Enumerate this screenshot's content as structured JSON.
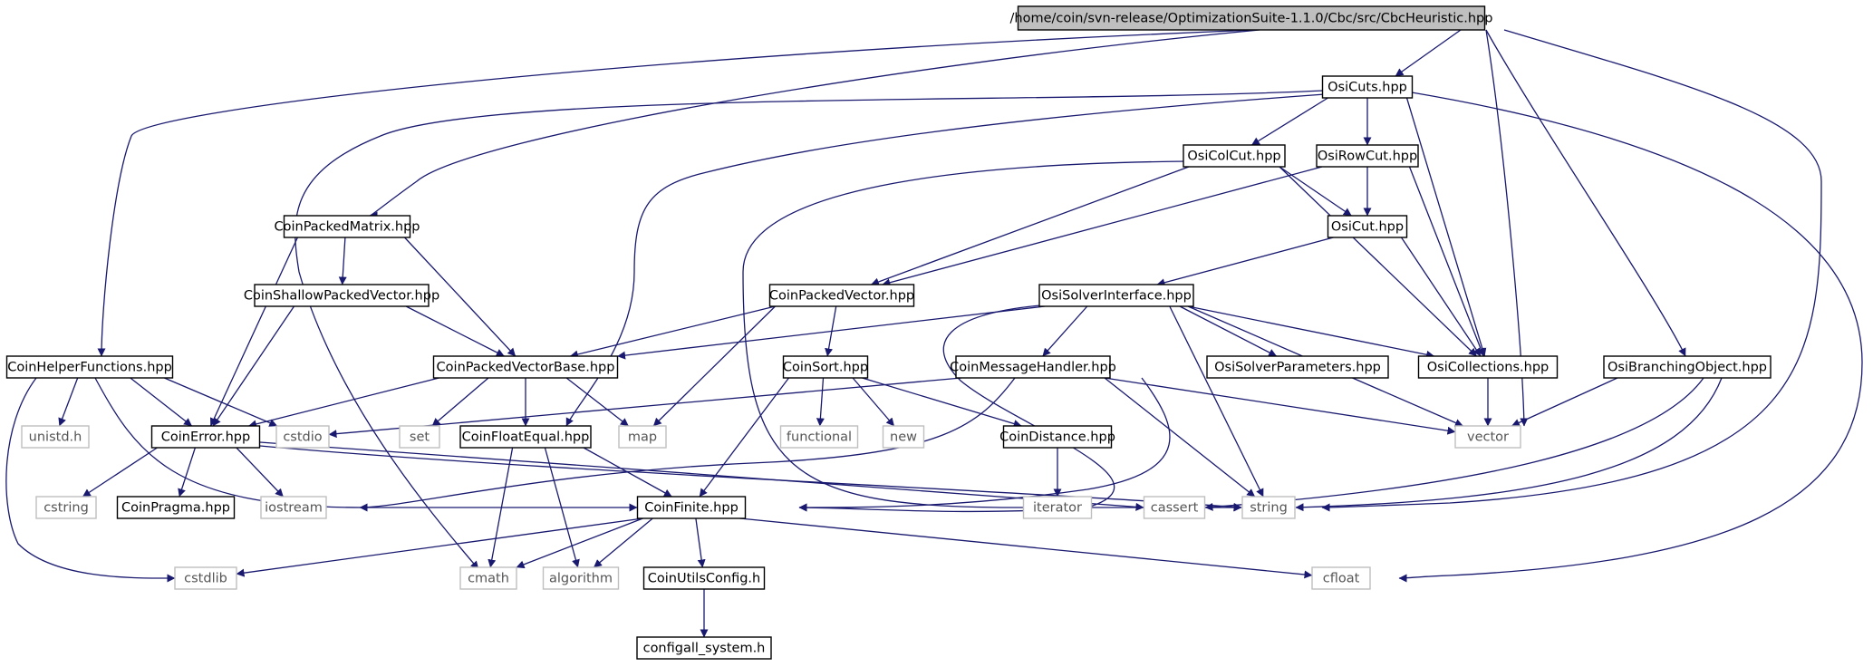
{
  "diagram": {
    "nodes": [
      {
        "id": "root",
        "label": "/home/coin/svn-release/OptimizationSuite-1.1.0/Cbc/src/CbcHeuristic.hpp",
        "kind": "root"
      },
      {
        "id": "osicuts",
        "label": "OsiCuts.hpp",
        "kind": "file"
      },
      {
        "id": "osicolcut",
        "label": "OsiColCut.hpp",
        "kind": "file"
      },
      {
        "id": "osirowcut",
        "label": "OsiRowCut.hpp",
        "kind": "file"
      },
      {
        "id": "coinpackedmatrix",
        "label": "CoinPackedMatrix.hpp",
        "kind": "file"
      },
      {
        "id": "osicut",
        "label": "OsiCut.hpp",
        "kind": "file"
      },
      {
        "id": "coinshallow",
        "label": "CoinShallowPackedVector.hpp",
        "kind": "file"
      },
      {
        "id": "coinpackedvector",
        "label": "CoinPackedVector.hpp",
        "kind": "file"
      },
      {
        "id": "osisolverinterface",
        "label": "OsiSolverInterface.hpp",
        "kind": "file"
      },
      {
        "id": "coinhelper",
        "label": "CoinHelperFunctions.hpp",
        "kind": "file"
      },
      {
        "id": "coinpackedvectorbase",
        "label": "CoinPackedVectorBase.hpp",
        "kind": "file"
      },
      {
        "id": "coinsort",
        "label": "CoinSort.hpp",
        "kind": "file"
      },
      {
        "id": "coinmessagehandler",
        "label": "CoinMessageHandler.hpp",
        "kind": "file"
      },
      {
        "id": "osisolverparams",
        "label": "OsiSolverParameters.hpp",
        "kind": "file"
      },
      {
        "id": "osicollections",
        "label": "OsiCollections.hpp",
        "kind": "file"
      },
      {
        "id": "osibranching",
        "label": "OsiBranchingObject.hpp",
        "kind": "file"
      },
      {
        "id": "unistd",
        "label": "unistd.h",
        "kind": "system"
      },
      {
        "id": "coinerror",
        "label": "CoinError.hpp",
        "kind": "file"
      },
      {
        "id": "cstdio",
        "label": "cstdio",
        "kind": "system"
      },
      {
        "id": "set",
        "label": "set",
        "kind": "system"
      },
      {
        "id": "coinfloatequal",
        "label": "CoinFloatEqual.hpp",
        "kind": "file"
      },
      {
        "id": "map",
        "label": "map",
        "kind": "system"
      },
      {
        "id": "functional",
        "label": "functional",
        "kind": "system"
      },
      {
        "id": "new",
        "label": "new",
        "kind": "system"
      },
      {
        "id": "coindistance",
        "label": "CoinDistance.hpp",
        "kind": "file"
      },
      {
        "id": "vector",
        "label": "vector",
        "kind": "system"
      },
      {
        "id": "cstring",
        "label": "cstring",
        "kind": "system"
      },
      {
        "id": "coinpragma",
        "label": "CoinPragma.hpp",
        "kind": "file"
      },
      {
        "id": "iostream",
        "label": "iostream",
        "kind": "system"
      },
      {
        "id": "coinfinite",
        "label": "CoinFinite.hpp",
        "kind": "file"
      },
      {
        "id": "iterator",
        "label": "iterator",
        "kind": "system"
      },
      {
        "id": "cassert",
        "label": "cassert",
        "kind": "system"
      },
      {
        "id": "string",
        "label": "string",
        "kind": "system"
      },
      {
        "id": "cstdlib",
        "label": "cstdlib",
        "kind": "system"
      },
      {
        "id": "cmath",
        "label": "cmath",
        "kind": "system"
      },
      {
        "id": "algorithm",
        "label": "algorithm",
        "kind": "system"
      },
      {
        "id": "coinutilsconfig",
        "label": "CoinUtilsConfig.h",
        "kind": "file"
      },
      {
        "id": "cfloat",
        "label": "cfloat",
        "kind": "system"
      },
      {
        "id": "configall",
        "label": "configall_system.h",
        "kind": "file"
      }
    ],
    "edges": [
      [
        "root",
        "osicuts"
      ],
      [
        "root",
        "coinpackedmatrix"
      ],
      [
        "root",
        "coinhelper"
      ],
      [
        "root",
        "osibranching"
      ],
      [
        "root",
        "vector"
      ],
      [
        "root",
        "string"
      ],
      [
        "osicuts",
        "osicolcut"
      ],
      [
        "osicuts",
        "osirowcut"
      ],
      [
        "osicuts",
        "osicollections"
      ],
      [
        "osicuts",
        "coinfloatequal"
      ],
      [
        "osicuts",
        "cmath"
      ],
      [
        "osicuts",
        "cfloat"
      ],
      [
        "osicolcut",
        "osicut"
      ],
      [
        "osicolcut",
        "coinpackedvector"
      ],
      [
        "osicolcut",
        "osicollections"
      ],
      [
        "osicolcut",
        "string"
      ],
      [
        "osirowcut",
        "osicut"
      ],
      [
        "osirowcut",
        "coinpackedvector"
      ],
      [
        "osirowcut",
        "osicollections"
      ],
      [
        "osicut",
        "osisolverinterface"
      ],
      [
        "osicut",
        "osicollections"
      ],
      [
        "coinpackedmatrix",
        "coinerror"
      ],
      [
        "coinpackedmatrix",
        "coinshallow"
      ],
      [
        "coinpackedmatrix",
        "coinpackedvectorbase"
      ],
      [
        "coinshallow",
        "coinpackedvectorbase"
      ],
      [
        "coinshallow",
        "coinerror"
      ],
      [
        "coinpackedvector",
        "coinpackedvectorbase"
      ],
      [
        "coinpackedvector",
        "coinsort"
      ],
      [
        "coinpackedvector",
        "map"
      ],
      [
        "osisolverinterface",
        "coinpackedvectorbase"
      ],
      [
        "osisolverinterface",
        "coinmessagehandler"
      ],
      [
        "osisolverinterface",
        "osisolverparams"
      ],
      [
        "osisolverinterface",
        "osicollections"
      ],
      [
        "osisolverinterface",
        "vector"
      ],
      [
        "osisolverinterface",
        "string"
      ],
      [
        "osisolverinterface",
        "coinfinite"
      ],
      [
        "coinhelper",
        "unistd"
      ],
      [
        "coinhelper",
        "coinerror"
      ],
      [
        "coinhelper",
        "cstdio"
      ],
      [
        "coinhelper",
        "cstdlib"
      ],
      [
        "coinhelper",
        "coinfinite"
      ],
      [
        "coinpackedvectorbase",
        "coinerror"
      ],
      [
        "coinpackedvectorbase",
        "set"
      ],
      [
        "coinpackedvectorbase",
        "map"
      ],
      [
        "coinpackedvectorbase",
        "coinfloatequal"
      ],
      [
        "coinsort",
        "functional"
      ],
      [
        "coinsort",
        "new"
      ],
      [
        "coinsort",
        "coindistance"
      ],
      [
        "coinsort",
        "coinfinite"
      ],
      [
        "coinmessagehandler",
        "cstdio"
      ],
      [
        "coinmessagehandler",
        "vector"
      ],
      [
        "coinmessagehandler",
        "string"
      ],
      [
        "coinmessagehandler",
        "iostream"
      ],
      [
        "coinmessagehandler",
        "coinfinite"
      ],
      [
        "osicollections",
        "vector"
      ],
      [
        "osibranching",
        "vector"
      ],
      [
        "osibranching",
        "string"
      ],
      [
        "osibranching",
        "cassert"
      ],
      [
        "coinerror",
        "cstring"
      ],
      [
        "coinerror",
        "coinpragma"
      ],
      [
        "coinerror",
        "iostream"
      ],
      [
        "coinerror",
        "string"
      ],
      [
        "coinerror",
        "cassert"
      ],
      [
        "coinfloatequal",
        "coinfinite"
      ],
      [
        "coinfloatequal",
        "cmath"
      ],
      [
        "coinfloatequal",
        "algorithm"
      ],
      [
        "coindistance",
        "iterator"
      ],
      [
        "coinfinite",
        "cstdlib"
      ],
      [
        "coinfinite",
        "cmath"
      ],
      [
        "coinfinite",
        "algorithm"
      ],
      [
        "coinfinite",
        "coinutilsconfig"
      ],
      [
        "coinfinite",
        "cfloat"
      ],
      [
        "coinutilsconfig",
        "configall"
      ]
    ]
  },
  "colors": {
    "edge": "#191970",
    "root_fill": "#bfbfbf",
    "file_border": "#000000",
    "system_border": "#bfbfbf",
    "system_text": "#555555"
  }
}
